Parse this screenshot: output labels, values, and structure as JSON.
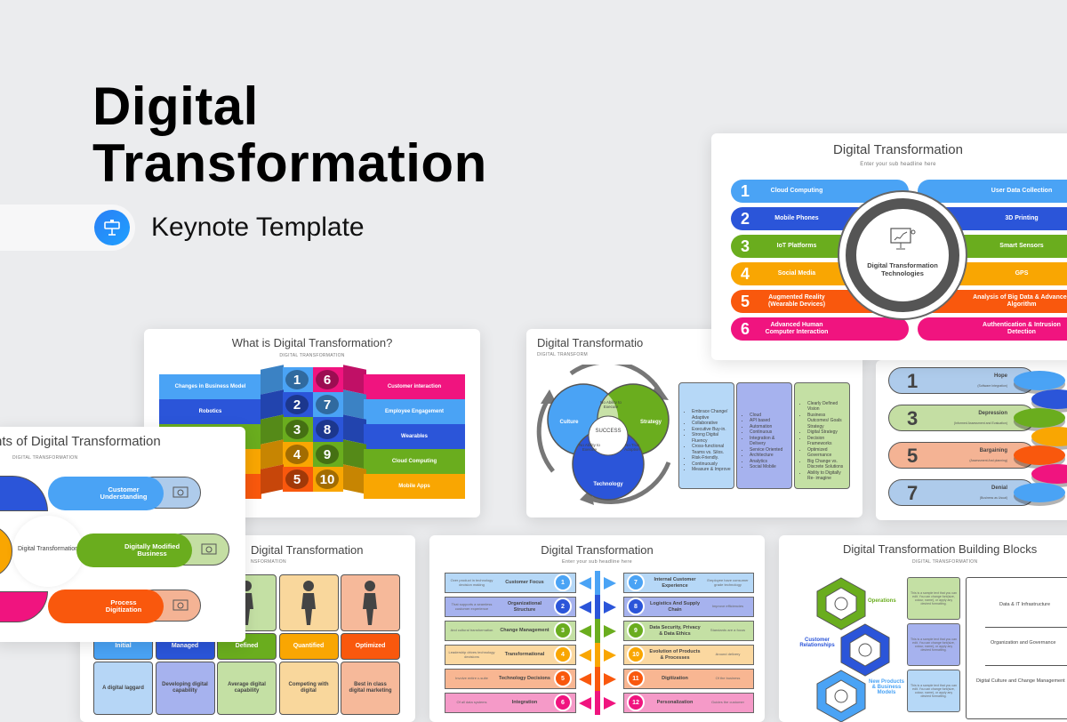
{
  "hero": {
    "title_line1": "Digital",
    "title_line2": "Transformation",
    "subtitle": "Keynote Template",
    "icon": "keynote-podium-icon"
  },
  "colors": {
    "light_blue": "#4aa3f5",
    "blue": "#2b55d9",
    "green": "#6aad1e",
    "orange": "#f9a602",
    "red_orange": "#f9580d",
    "pink": "#f0147f",
    "dark_ring": "#555555"
  },
  "slide_technologies": {
    "title": "Digital Transformation",
    "subtitle": "Enter your sub headline here",
    "center_label": "Digital Transformation Technologies",
    "center_icon": "monitor-chart-icon",
    "rows": [
      {
        "num": "1",
        "left": "Cloud Computing",
        "right": "User Data Collection"
      },
      {
        "num": "2",
        "left": "Mobile Phones",
        "right": "3D Printing"
      },
      {
        "num": "3",
        "left": "IoT Platforms",
        "right": "Smart Sensors"
      },
      {
        "num": "4",
        "left": "Social Media",
        "right": "GPS"
      },
      {
        "num": "5",
        "left": "Augmented Reality (Wearable Devices)",
        "right": "Analysis of Big Data & Advanced Algorithm"
      },
      {
        "num": "6",
        "left": "Advanced Human Computer Interaction",
        "right": "Authentication & Intrusion Detection"
      }
    ]
  },
  "slide_what_is": {
    "title": "What is Digital Transformation?",
    "subtitle": "DIGITAL TRANSFORMATION",
    "rows": [
      {
        "left": "Changes in Business Model",
        "n1": "1",
        "n2": "6",
        "right": "Customer interaction"
      },
      {
        "left": "Robotics",
        "n1": "2",
        "n2": "7",
        "right": "Employee Engagement"
      },
      {
        "left": "",
        "n1": "3",
        "n2": "8",
        "right": "Wearables"
      },
      {
        "left": "",
        "n1": "4",
        "n2": "9",
        "right": "Cloud Computing"
      },
      {
        "left": "",
        "n1": "5",
        "n2": "10",
        "right": "Mobile Apps"
      }
    ]
  },
  "slide_venn": {
    "title": "Digital Transformatio",
    "subtitle": "DIGITAL TRANSFORM",
    "circles": [
      "Culture",
      "Strategy",
      "Technology"
    ],
    "overlaps": [
      "No Ability to Execute",
      "No Ability to Execute",
      "No True Adoption"
    ],
    "center": "SUCCESS",
    "boxes": [
      [
        "Embrace Change/ Adaptive",
        "Collaborative",
        "Executive Buy-in.",
        "Strong Digital Fluency",
        "Cross-functional Teams vs. Silos.",
        "Risk-Friendly.",
        "Continuously",
        "Measure & Improve"
      ],
      [
        "Cloud",
        "API based",
        "Automation",
        "Continuous",
        "Integration & Delivery",
        "Service Oriented",
        "Architecture",
        "Analytics",
        "Social Mobile"
      ],
      [
        "Clearly Defined Vision",
        "Business Outcomes/ Goals Strategy",
        "Digital Strategy",
        "Decision Frameworks",
        "Optimized Governance",
        "Big Change vs. Discrete Solutions",
        "Ability to Digitally Re- imagine"
      ]
    ]
  },
  "slide_stages": {
    "rows": [
      {
        "num": "1",
        "label": "Hope",
        "sub": "(Software Integration)"
      },
      {
        "num": "3",
        "label": "Depression",
        "sub": "(Informed Assessment and Evaluation)"
      },
      {
        "num": "5",
        "label": "Bargaining",
        "sub": "(Assessment And planning)"
      },
      {
        "num": "7",
        "label": "Denial",
        "sub": "(Business as Usual)"
      }
    ]
  },
  "slide_elements": {
    "title": "nts of Digital Transformation",
    "subtitle": "DIGITAL TRANSFORMATION",
    "center": "Digital Transformation",
    "items": [
      {
        "label": "Customer Understanding",
        "icon": "people-chart-icon"
      },
      {
        "label": "Digitally Modified Business",
        "icon": "monitor-analytics-icon"
      },
      {
        "label": "Process Digitization",
        "icon": "gear-hand-icon"
      }
    ]
  },
  "slide_maturity": {
    "title": "Digital Transformation",
    "subtitle": "NSFORMATION",
    "levels": [
      {
        "name": "Initial",
        "desc": "A digital laggard"
      },
      {
        "name": "Managed",
        "desc": "Developing digital capability"
      },
      {
        "name": "Defined",
        "desc": "Average digital capability"
      },
      {
        "name": "Quantified",
        "desc": "Competing with digital"
      },
      {
        "name": "Optimized",
        "desc": "Best in class digital marketing"
      }
    ]
  },
  "slide_arrows": {
    "title": "Digital Transformation",
    "subtitle": "Enter your sub headline here",
    "left": [
      {
        "num": "1",
        "label": "Customer Focus",
        "note": "Over product in technology decision making"
      },
      {
        "num": "2",
        "label": "Organizational Structure",
        "note": "That supports a seamless customer experience"
      },
      {
        "num": "3",
        "label": "Change Management",
        "note": "And cultural transformation"
      },
      {
        "num": "4",
        "label": "Transformational",
        "note": "Leadership drives technology decisions"
      },
      {
        "num": "5",
        "label": "Technology Decisions",
        "note": "Involve entire c-suite"
      },
      {
        "num": "6",
        "label": "Integration",
        "note": "Of all data systems"
      }
    ],
    "right": [
      {
        "num": "7",
        "label": "Internal Customer Experience",
        "note": "Employee have consumer grade technology"
      },
      {
        "num": "8",
        "label": "Logistics And Supply Chain",
        "note": "Improve efficiencies"
      },
      {
        "num": "9",
        "label": "Data Security, Privacy & Data Ethics",
        "note": "Standards are a focus"
      },
      {
        "num": "10",
        "label": "Evolution of Products & Processes",
        "note": "Around delivery"
      },
      {
        "num": "11",
        "label": "Digitization",
        "note": "Of the business"
      },
      {
        "num": "12",
        "label": "Personalization",
        "note": "Guides the customer"
      }
    ]
  },
  "slide_blocks": {
    "title": "Digital Transformation Building Blocks",
    "subtitle": "DIGITAL TRANSFORMATION",
    "hex_labels": [
      "Operations",
      "Customer Relationships",
      "New Products & Business Models"
    ],
    "sample_text": "This is a sample text that you can edit. You can change font(size, colour, name), or apply any desired formatting.",
    "layers": [
      "Data & IT Infrastructure",
      "Organization and Governance",
      "Digital Culture and Change Management"
    ]
  }
}
